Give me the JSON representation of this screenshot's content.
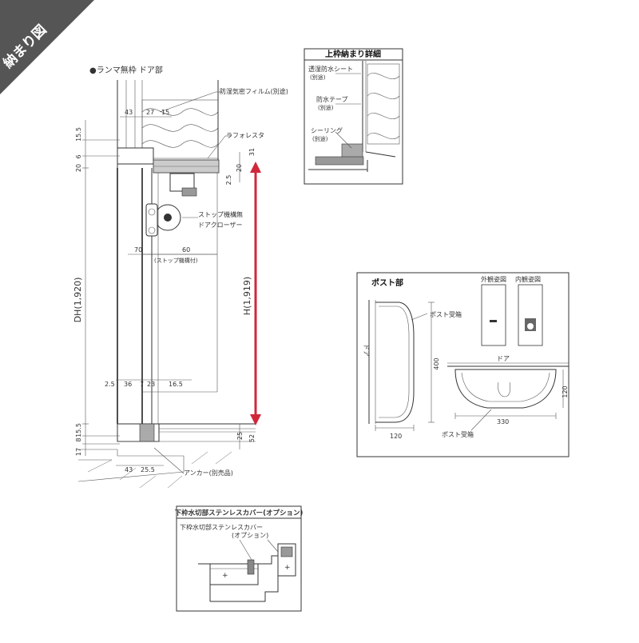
{
  "corner_badge": {
    "text": "納まり図",
    "color": "#555555"
  },
  "main_section": {
    "title": "●ランマ無枠 ドア部",
    "labels": {
      "film": "防湿気密フィルム(別途)",
      "lath": "ラフォレスタ",
      "stop": "ストップ機構無",
      "closer": "ドアクローザー",
      "stop_note": "(ストップ機構付)",
      "anchor": "アンカー(別売品)",
      "dh": "DH(1,920)",
      "h": "H(1,919)"
    },
    "dims": {
      "d43_top": "43",
      "d27": "27",
      "d15_top": "15",
      "d15_5_top": "15.5",
      "d6": "6",
      "d20_left": "20",
      "d31": "31",
      "d20_right": "20",
      "d2_5_right": "2.5",
      "d70": "70",
      "d60": "60",
      "d2_5": "2.5",
      "d36": "36",
      "d7": "7",
      "d23": "23",
      "d16_5": "16.5",
      "d15_5_bot": "15.5",
      "d8": "8",
      "d17": "17",
      "d43_bot": "43",
      "d25_5": "25.5",
      "d25": "25",
      "d52": "52"
    },
    "arrow_color": "#d0273a"
  },
  "detail_top": {
    "title": "上枠納まり詳細",
    "sheet": "透湿防水シート",
    "sheet_note": "(別途)",
    "tape": "防水テープ",
    "tape_note": "(別途)",
    "sealing": "シーリング",
    "sealing_note": "(別途)"
  },
  "post_panel": {
    "title": "ポスト部",
    "exterior": "外観姿図",
    "interior": "内観姿図",
    "door_label": "ドア",
    "door_label_v": "ドア",
    "receiver": "ポスト受箱",
    "receiver_bottom": "ポスト受箱",
    "d400": "400",
    "d120_left": "120",
    "d120_right": "120",
    "d330": "330"
  },
  "detail_bottom": {
    "title": "下枠水切部ステンレスカバー(オプション)",
    "label1": "下枠水切部ステンレスカバー",
    "label2": "(オプション)"
  }
}
